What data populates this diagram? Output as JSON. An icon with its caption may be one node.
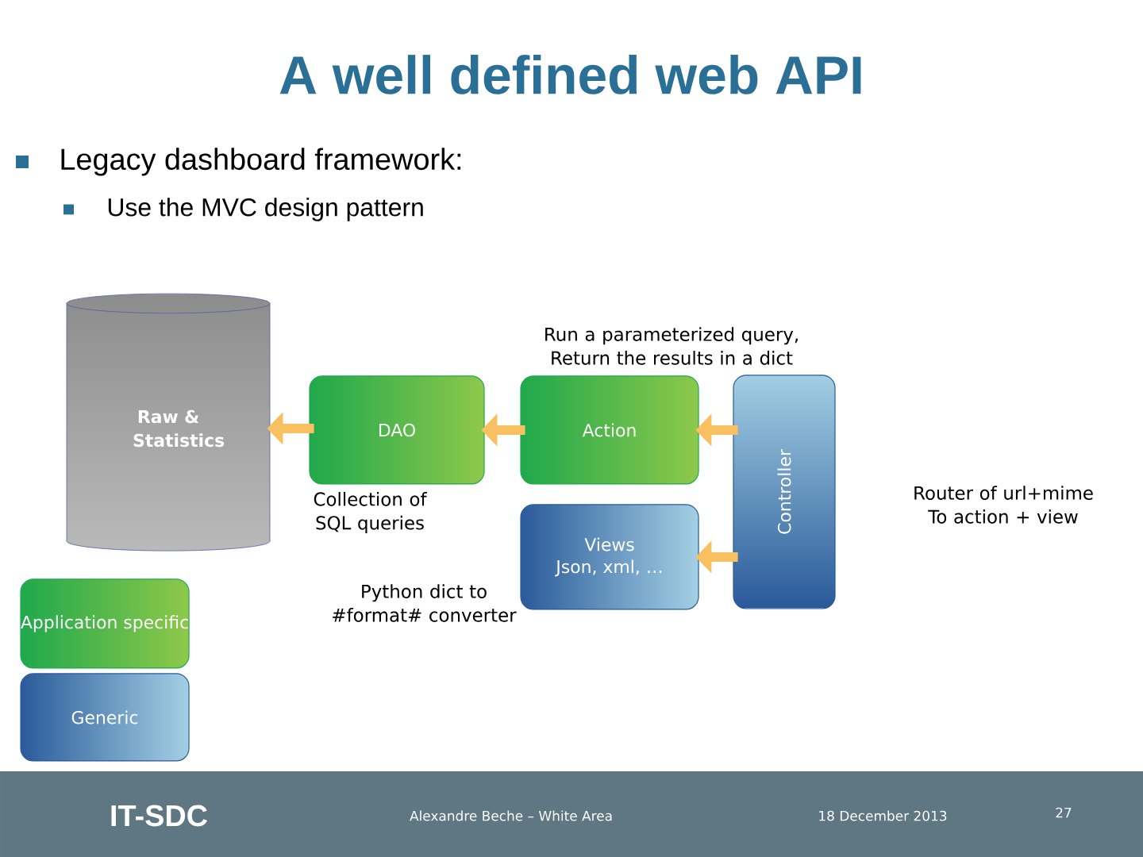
{
  "diagram": {
    "title": "A well defined web API",
    "nodes": [
      {
        "text": [
          "Raw & Statistics"
        ]
      },
      {
        "text": [
          "DAO"
        ],
        "beside": [
          "Collection of SQL queries"
        ]
      },
      {
        "text": [
          "Action"
        ],
        "beside": [
          "Run a parameterized query, Return the results in a dict"
        ]
      },
      {
        "text": [
          "Views",
          "Json, xml, …"
        ],
        "beside": [
          "Python dict to #format# converter"
        ]
      },
      {
        "text": [
          "Controller"
        ]
      },
      {
        "text": [
          "Application specific"
        ]
      },
      {
        "text": [
          "Generic"
        ]
      }
    ],
    "edges": [
      {
        "from": 1,
        "to": 0,
        "arrow": "to"
      },
      {
        "from": 2,
        "to": 1,
        "arrow": "to"
      },
      {
        "from": 4,
        "to": 2,
        "arrow": "to"
      },
      {
        "from": 4,
        "to": 3,
        "arrow": "to"
      }
    ],
    "labels": [
      "Legacy dashboard framework:",
      "Use the MVC design pattern",
      "Router of url+mime To action + view",
      "IT-SDC",
      "Alexandre Beche – White Area",
      "18 December 2013",
      "27"
    ]
  }
}
